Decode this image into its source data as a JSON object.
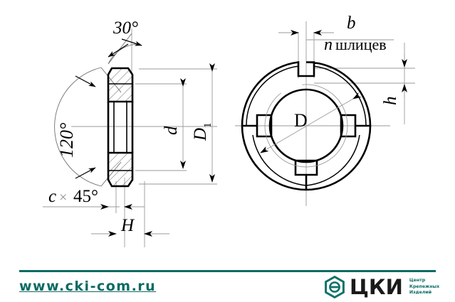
{
  "drawing": {
    "title": "Slotted round nut technical drawing",
    "section_view": {
      "name": "cross-section-view",
      "labels": {
        "angle_chamfer": "30°",
        "angle_cone": "120°",
        "chamfer": "c",
        "chamfer_sep": "×",
        "chamfer_angle": "45°",
        "bore_dia": "d",
        "outer_dia": "D",
        "outer_dia_sub": "1",
        "height": "H"
      }
    },
    "front_view": {
      "name": "front-circular-view",
      "labels": {
        "slot_width": "b",
        "slot_count": "n",
        "slot_count_word": "шлицев",
        "slot_depth": "h",
        "thread_dia": "D"
      }
    },
    "colors": {
      "line": "#000000",
      "thin_line": "#9a9a9a",
      "accent": "#0a6b62"
    }
  },
  "footer": {
    "website": "www.cki-com.ru",
    "logo": {
      "mark_name": "hexagon-logo-icon",
      "wordmark": "ЦКИ",
      "tagline": [
        "Центр",
        "Крепежных",
        "Изделий"
      ]
    }
  }
}
